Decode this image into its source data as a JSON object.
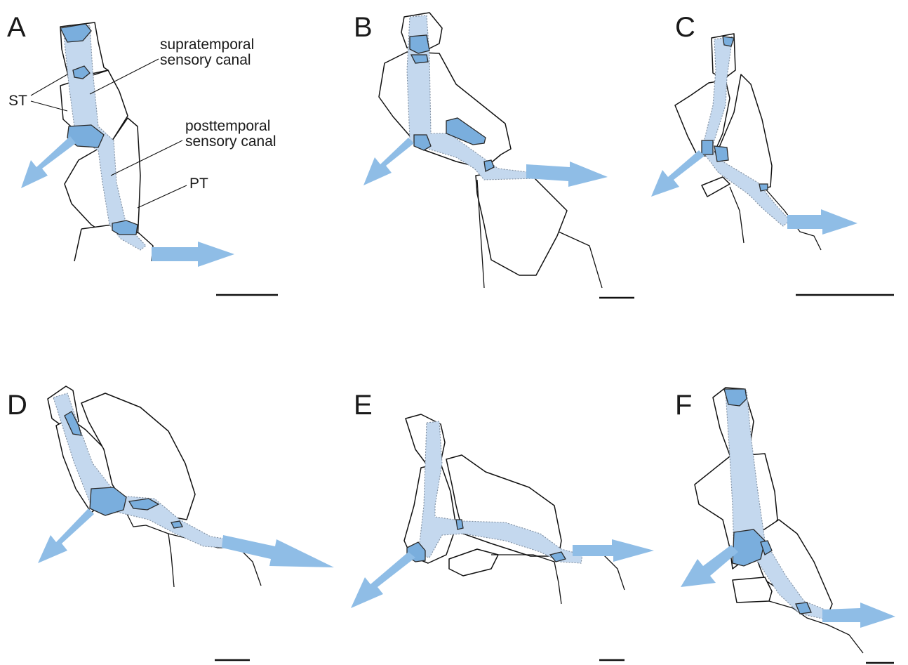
{
  "panels": [
    "A",
    "B",
    "C",
    "D",
    "E",
    "F"
  ],
  "labels": {
    "st": "ST",
    "pt": "PT",
    "supratemporal_line1": "supratemporal",
    "supratemporal_line2": "sensory canal",
    "posttemporal_line1": "posttemporal",
    "posttemporal_line2": "sensory canal"
  },
  "colors": {
    "canal_fill": "#c4d8ee",
    "pore_fill": "#7aaedd",
    "arrow_fill": "#8fbde6",
    "outline": "#111111"
  }
}
